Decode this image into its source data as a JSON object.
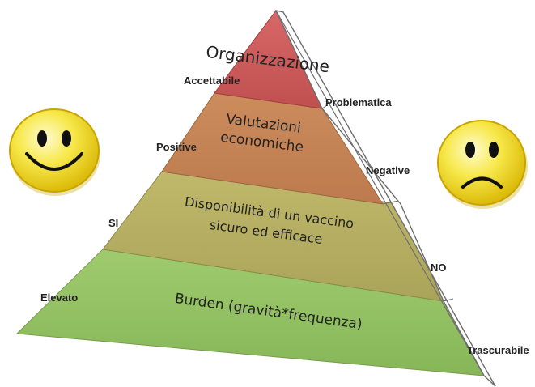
{
  "pyramid": {
    "tiers": [
      {
        "id": "top",
        "label_lines": [
          "Organizzazione"
        ],
        "left_label": "Accettabile",
        "right_label": "Problematica",
        "color": "#c85a5a"
      },
      {
        "id": "second",
        "label_lines": [
          "Valutazioni",
          "economiche"
        ],
        "left_label": "Positive",
        "right_label": "Negative",
        "color": "#c58457"
      },
      {
        "id": "third",
        "label_lines": [
          "Disponibilità di un vaccino",
          "sicuro ed efficace"
        ],
        "left_label": "SI",
        "right_label": "NO",
        "color": "#b6b062"
      },
      {
        "id": "bottom",
        "label_lines": [
          "Burden (gravità*frequenza)"
        ],
        "left_label": "Elevato",
        "right_label": "Trascurabile",
        "color": "#93c064"
      }
    ],
    "side_color": "#ffffff",
    "edge_color": "#6e6e6e"
  },
  "icons": {
    "happy": {
      "name": "happy-face-icon",
      "color": "#f4e230"
    },
    "sad": {
      "name": "sad-face-icon",
      "color": "#f4e230"
    }
  }
}
